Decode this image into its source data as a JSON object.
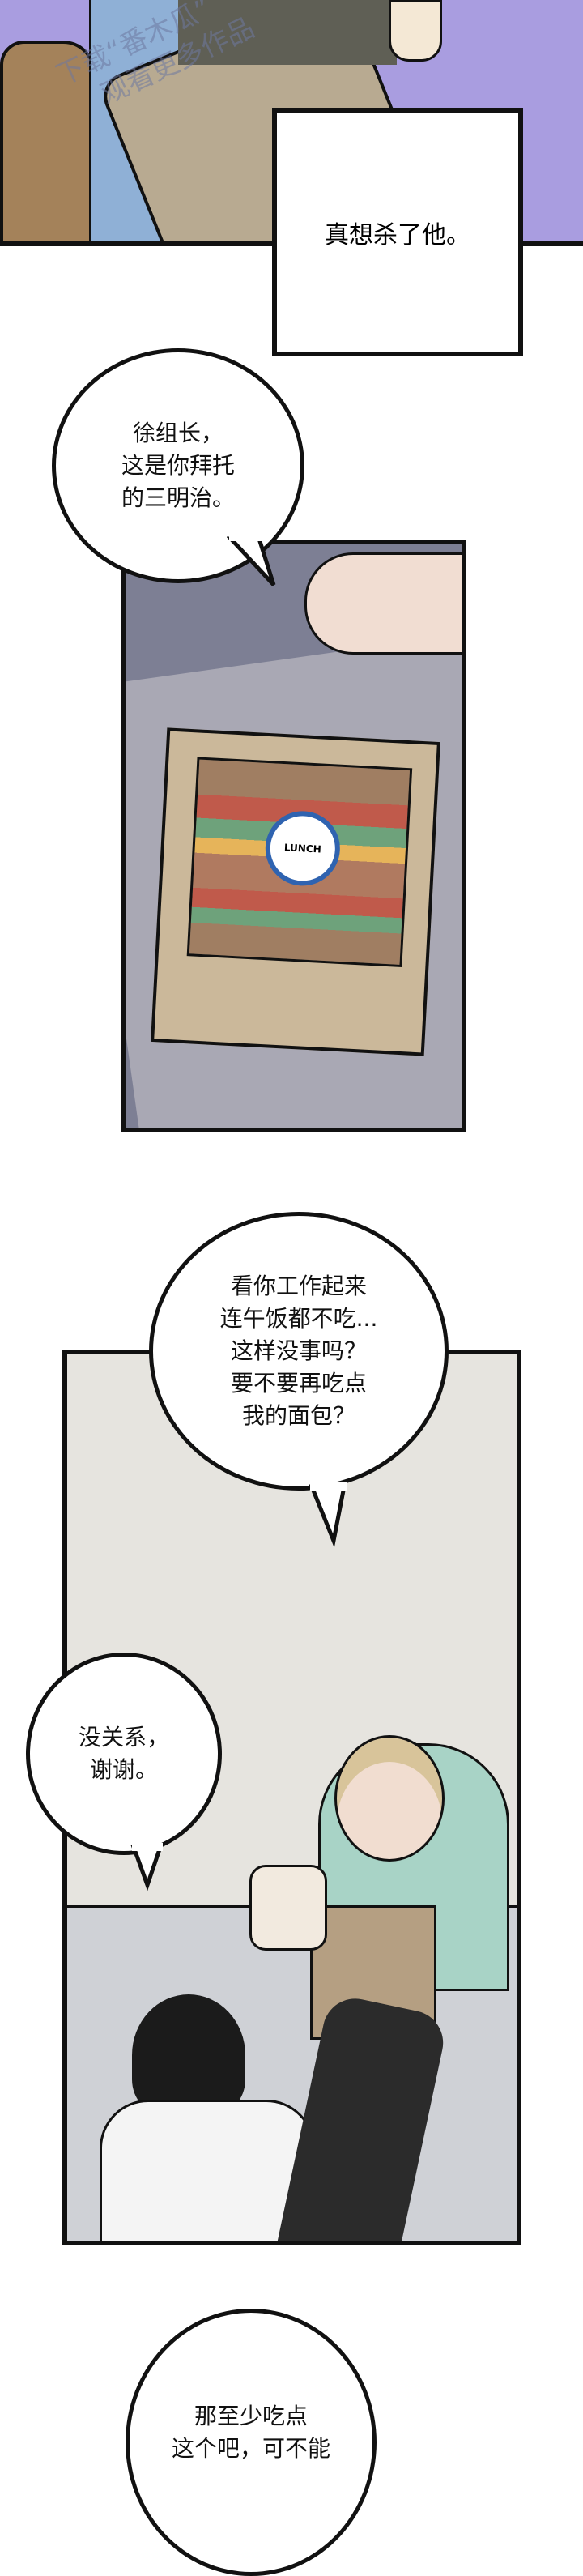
{
  "panels": [
    {
      "caption": "真想杀了他。",
      "watermark": [
        "下载“番木瓜”",
        "观看更多作品"
      ],
      "bg_color": "#a99de0"
    },
    {
      "bubble": [
        "徐组长，",
        "这是你拜托",
        "的三明治。"
      ],
      "sandwich_label": "LUNCH"
    },
    {
      "bubbles": [
        [
          "看你工作起来",
          "连午饭都不吃...",
          "这样没事吗？",
          "要不要再吃点",
          "我的面包？"
        ],
        [
          "没关系，",
          "谢谢。"
        ]
      ]
    }
  ],
  "bottom_bubble": [
    "那至少吃点",
    "这个吧，可不能"
  ]
}
